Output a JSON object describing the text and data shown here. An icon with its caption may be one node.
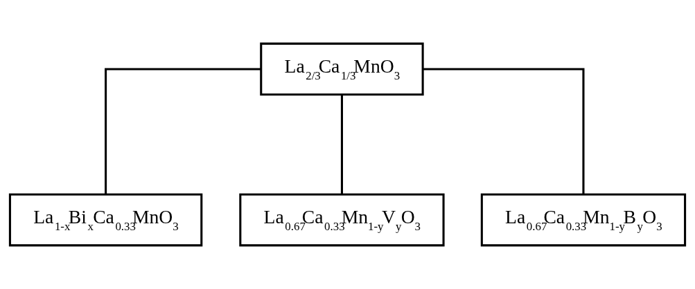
{
  "diagram": {
    "nodes": [
      {
        "text": [
          "La$_{2/3}$Ca$_{1/3}$MnO$_{3}$"
        ]
      },
      {
        "text": [
          "La$_{1-x}$Bi$_{x}$Ca$_{0.33}$MnO$_{3}$"
        ]
      },
      {
        "text": [
          "La$_{0.67}$Ca$_{0.33}$Mn$_{1-y}$V$_{y}$O$_{3}$"
        ]
      },
      {
        "text": [
          "La$_{0.67}$Ca$_{0.33}$Mn$_{1-y}$B$_{y}$O$_{3}$"
        ]
      }
    ],
    "edges": [
      {
        "from": 0,
        "to": 1,
        "arrow": "none"
      },
      {
        "from": 0,
        "to": 2,
        "arrow": "none"
      },
      {
        "from": 0,
        "to": 3,
        "arrow": "none"
      }
    ]
  }
}
